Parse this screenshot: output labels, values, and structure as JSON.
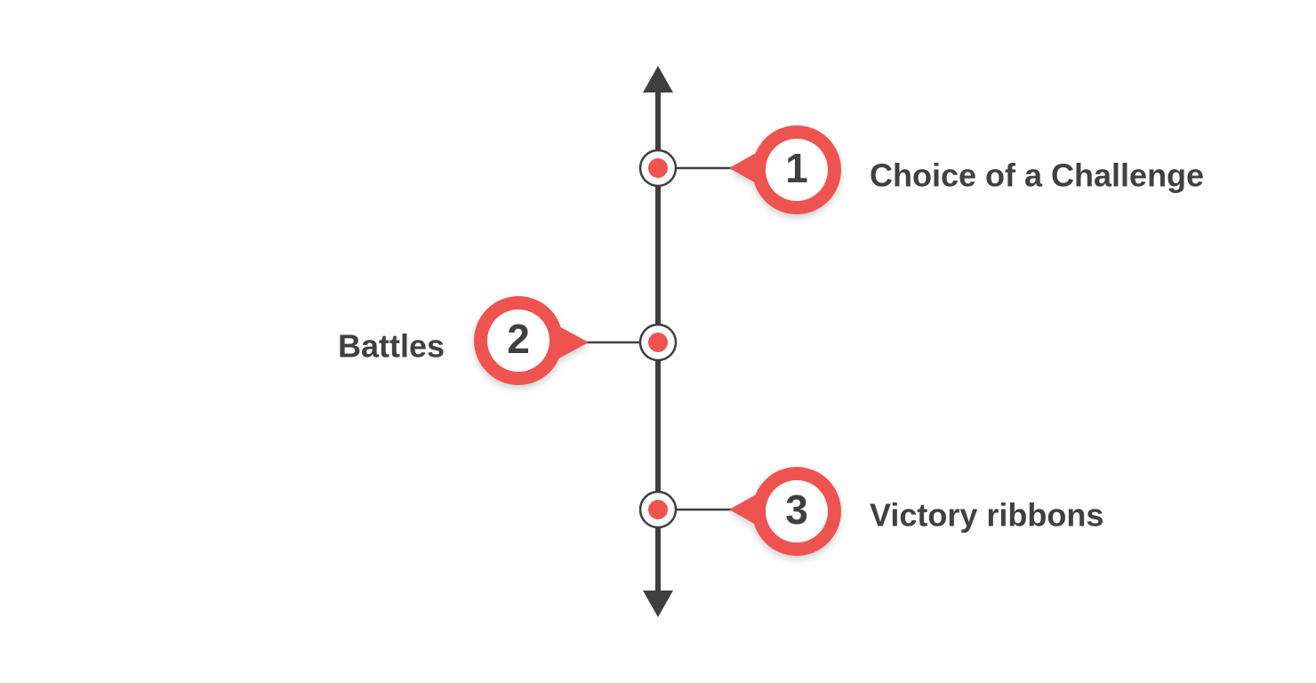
{
  "colors": {
    "accent": "#EF5350",
    "line": "#3F3F3F",
    "text": "#404040",
    "badge_fill": "#ffffff"
  },
  "steps": [
    {
      "number": "1",
      "label": "Choice of a Challenge",
      "side": "right"
    },
    {
      "number": "2",
      "label": "Battles",
      "side": "left"
    },
    {
      "number": "3",
      "label": "Victory ribbons",
      "side": "right"
    }
  ]
}
